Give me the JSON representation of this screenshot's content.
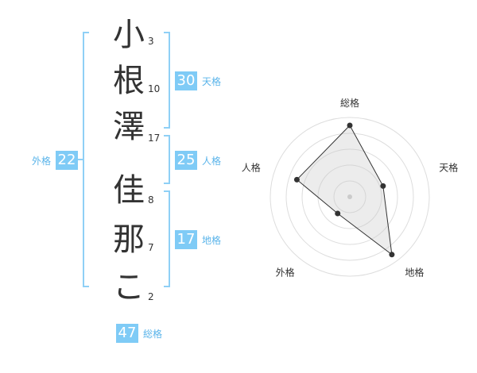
{
  "name": {
    "chars": [
      {
        "char": "小",
        "strokes": "3"
      },
      {
        "char": "根",
        "strokes": "10"
      },
      {
        "char": "澤",
        "strokes": "17"
      },
      {
        "char": "佳",
        "strokes": "8"
      },
      {
        "char": "那",
        "strokes": "7"
      },
      {
        "char": "こ",
        "strokes": "2"
      }
    ]
  },
  "fortune": {
    "tenkaku": {
      "value": "30",
      "label": "天格"
    },
    "jinkaku": {
      "value": "25",
      "label": "人格"
    },
    "chikaku": {
      "value": "17",
      "label": "地格"
    },
    "gaikaku": {
      "value": "22",
      "label": "外格"
    },
    "soukaku": {
      "value": "47",
      "label": "総格"
    }
  },
  "colors": {
    "accent": "#7fcbf6",
    "label": "#5ab4ea",
    "bracket": "#8fd0f6"
  },
  "chart_data": {
    "type": "radar",
    "axes": [
      "総格",
      "天格",
      "地格",
      "外格",
      "人格"
    ],
    "values": [
      4.5,
      2.2,
      4.5,
      1.3,
      3.5
    ],
    "max": 5,
    "rings": 5
  }
}
